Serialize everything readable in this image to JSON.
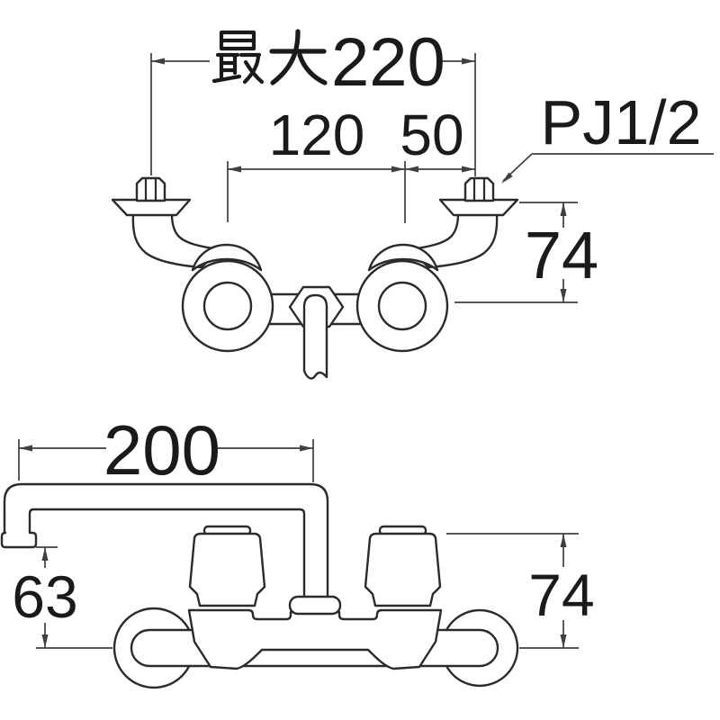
{
  "drawing": {
    "background": "#ffffff",
    "line_color": "#2b2b2b",
    "dim_line_color": "#3f3f3f",
    "text_color": "#1a1a1a"
  },
  "top_view": {
    "max_width_label": "最大220",
    "max_width_prefix": "最大",
    "max_width_value": "220",
    "pipe_pitch": "120",
    "eccentric_offset": "50",
    "thread_label": "PJ1/2",
    "wall_height": "74"
  },
  "front_view": {
    "spout_length": "200",
    "spout_drop": "63",
    "wall_height": "74"
  }
}
